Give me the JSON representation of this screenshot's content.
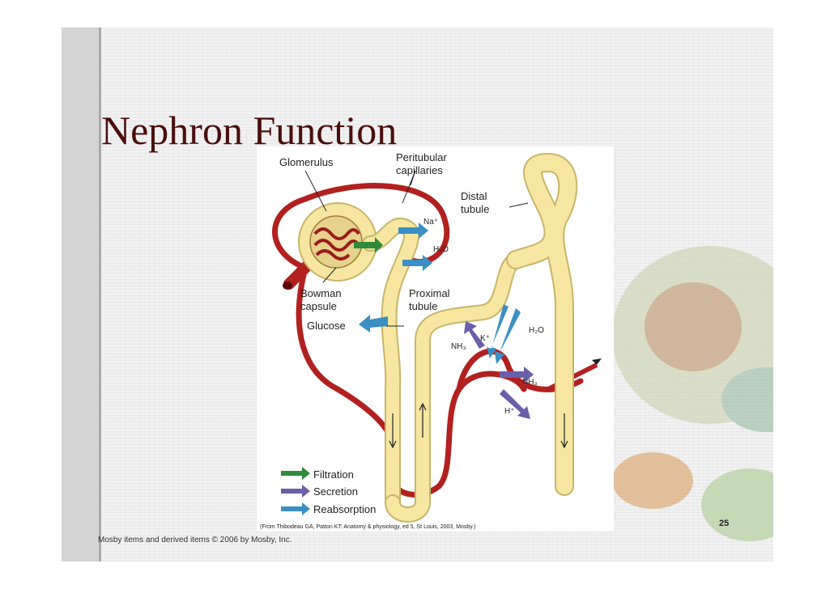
{
  "slide": {
    "title": "Nephron Function",
    "page_number": "25",
    "footer": "Mosby items and derived items © 2006 by Mosby, Inc."
  },
  "diagram": {
    "labels": {
      "glomerulus": "Glomerulus",
      "peritubular_1": "Peritubular",
      "peritubular_2": "capillaries",
      "distal_1": "Distal",
      "distal_2": "tubule",
      "bowman_1": "Bowman",
      "bowman_2": "capsule",
      "proximal_1": "Proximal",
      "proximal_2": "tubule",
      "glucose": "Glucose",
      "na": "Na⁺",
      "h2o_top": "H₂O",
      "k": "K⁺",
      "h2o_right": "H₂O",
      "nh3_left": "NH₃",
      "nh3_right": "NH₃",
      "h": "H⁺"
    },
    "legend": [
      {
        "label": "Filtration",
        "color": "#2e8b3a"
      },
      {
        "label": "Secretion",
        "color": "#6a5fa8"
      },
      {
        "label": "Reabsorption",
        "color": "#3a8fc4"
      }
    ],
    "citation": "(From Thibodeau GA, Patton KT: Anatomy & physiology, ed 5, St Louis, 2003, Mosby.)"
  },
  "colors": {
    "vessel": "#b22020",
    "tubule": "#f7e6a0",
    "tubule_edge": "#c9b56a",
    "title": "#4a0d0d"
  }
}
